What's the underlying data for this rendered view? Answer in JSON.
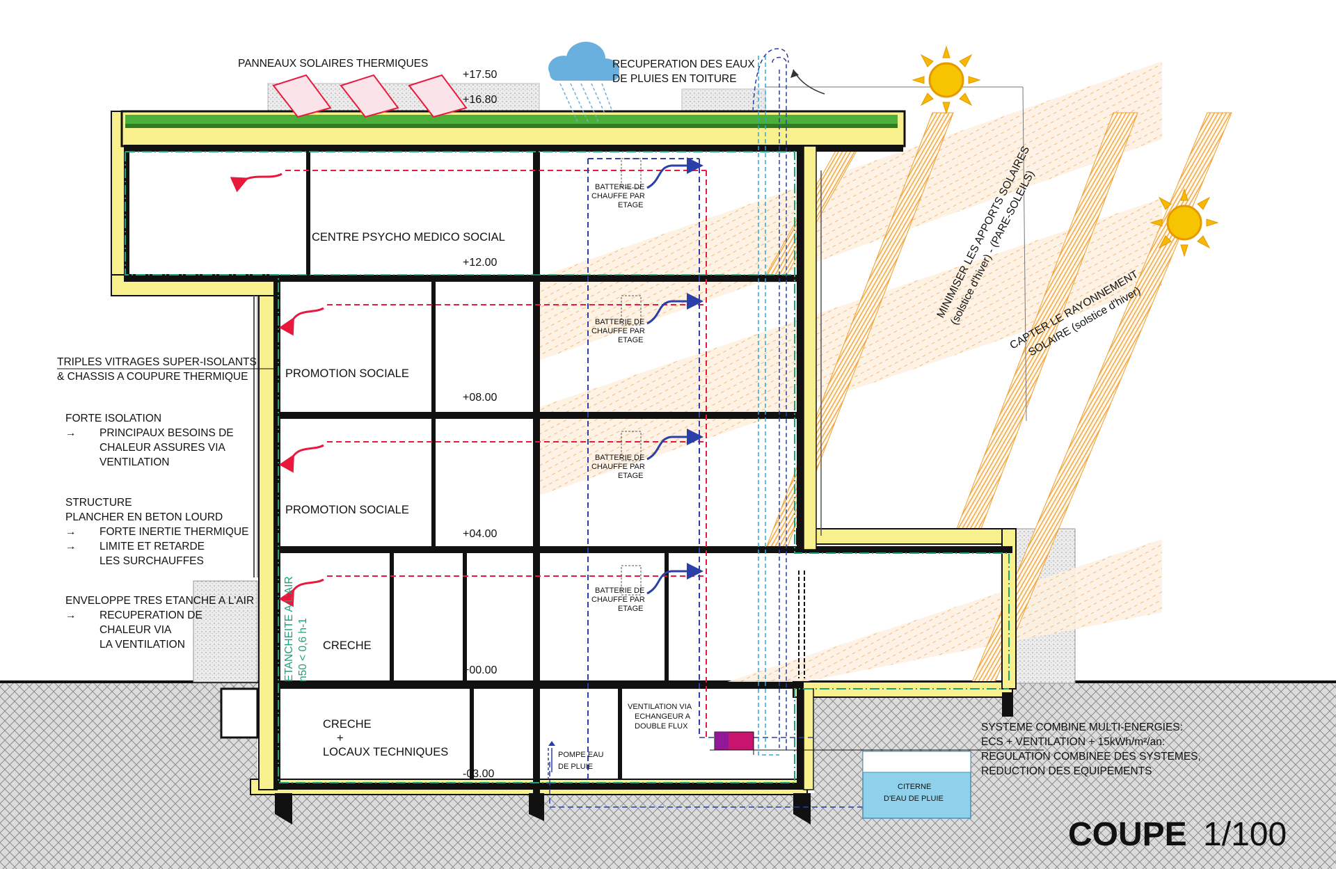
{
  "colors": {
    "structure": "#111111",
    "insulation": "#f7f08c",
    "green_roof": "#4caf3a",
    "sun": "#f6b800",
    "shading": "#f0a030",
    "hot_duct": "#e8193c",
    "cold_duct": "#2a3fa8",
    "water": "#2ea8d8",
    "airtight_line": "#1aa37a",
    "ground_hatch": "#9a9a9a",
    "cistern": "#8fd0ea",
    "unit": "#c8146e",
    "cloud": "#6ab0de"
  },
  "icons": [
    "sun-icon",
    "cloud-icon",
    "rain-icon",
    "solar-panel-icon"
  ],
  "title": {
    "main": "COUPE",
    "scale": "1/100"
  },
  "top_labels": {
    "solar_panels": "PANNEAUX SOLAIRES THERMIQUES",
    "rain_recovery": [
      "RECUPERATION DES EAUX",
      "DE PLUIES EN TOITURE"
    ]
  },
  "levels": [
    "+17.50",
    "+16.80",
    "+12.00",
    "+08.00",
    "+04.00",
    "+00.00",
    "-03.00"
  ],
  "rooms": {
    "r1": "CENTRE PSYCHO MEDICO  SOCIAL",
    "r2": "PROMOTION SOCIALE",
    "r3": "PROMOTION SOCIALE",
    "r4": "CRECHE",
    "r5": [
      "CRECHE",
      "+",
      "LOCAUX TECHNIQUES"
    ]
  },
  "heater_label": [
    "BATTERIE DE",
    "CHAUFFE PAR",
    "ETAGE"
  ],
  "left_notes": {
    "glazing": [
      "TRIPLES VITRAGES SUPER-ISOLANTS",
      "& CHASSIS A COUPURE THERMIQUE"
    ],
    "insulation": [
      "FORTE ISOLATION",
      "PRINCIPAUX BESOINS DE",
      "CHALEUR ASSURES VIA",
      "VENTILATION"
    ],
    "structure": [
      "STRUCTURE",
      "PLANCHER EN BETON LOURD",
      "FORTE INERTIE THERMIQUE",
      "LIMITE ET RETARDE",
      "LES SURCHAUFFES"
    ],
    "envelope": [
      "ENVELOPPE TRES ETANCHE A L'AIR",
      "RECUPERATION DE",
      "CHALEUR VIA",
      "LA VENTILATION"
    ],
    "arrow": "→"
  },
  "airtight": [
    "ETANCHEITE A L'AIR",
    "n50 < 0,6 h-1"
  ],
  "solar_labels": {
    "minimize": [
      "MINIMISER LES APPORTS SOLAIRES",
      "(solstice d'hiver) - (PARE-SOLEILS)"
    ],
    "capture": [
      "CAPTER LE RAYONNEMENT",
      "SOLAIRE (solstice d'hiver)"
    ]
  },
  "basement_labels": {
    "ventilation": [
      "VENTILATION VIA",
      "ECHANGEUR A",
      "DOUBLE FLUX"
    ],
    "pump": [
      "POMPE EAU",
      "DE PLUIE"
    ],
    "cistern": [
      "CITERNE",
      "D'EAU DE PLUIE"
    ]
  },
  "system_notes": [
    "SYSTEME COMBINE MULTI-ENERGIES:",
    "ECS + VENTILATION + 15kWh/m²/an:",
    "REGULATION COMBINEE DES SYSTEMES,",
    "REDUCTION DES EQUIPEMENTS"
  ]
}
